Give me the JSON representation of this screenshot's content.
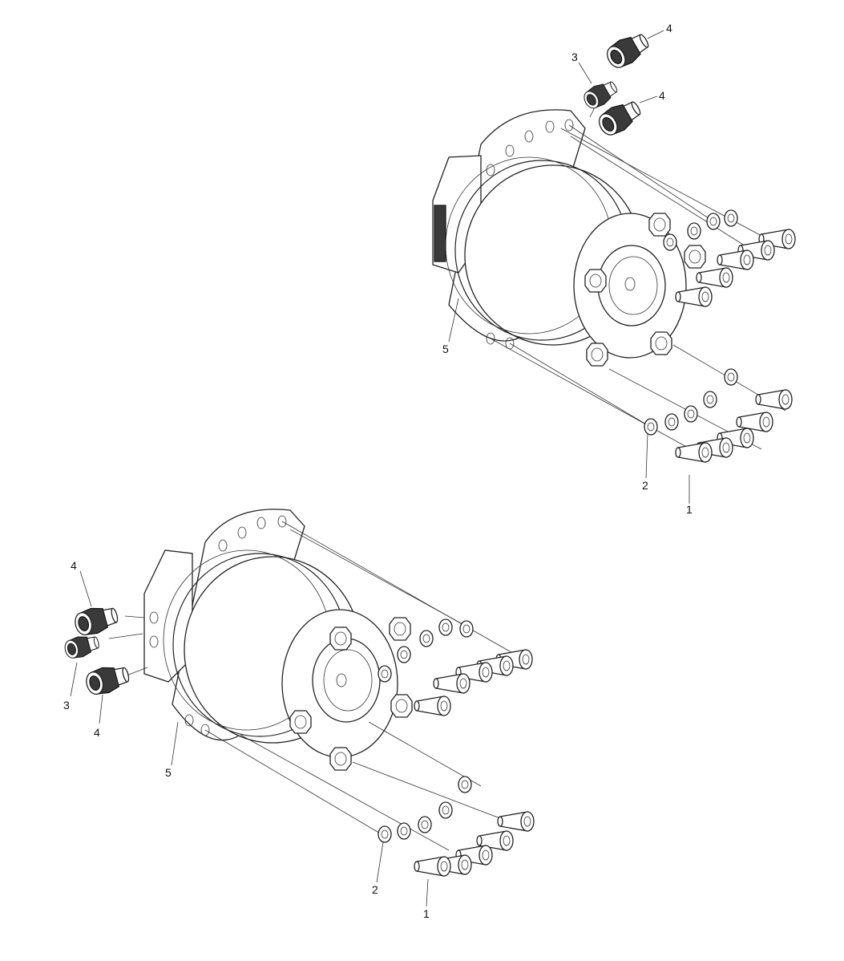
{
  "callouts": {
    "top": {
      "label_1": "1",
      "label_2": "2",
      "label_3": "3",
      "label_4a": "4",
      "label_4b": "4",
      "label_5": "5"
    },
    "bottom": {
      "label_1": "1",
      "label_2": "2",
      "label_3": "3",
      "label_4a": "4",
      "label_4b": "4",
      "label_5": "5"
    }
  }
}
